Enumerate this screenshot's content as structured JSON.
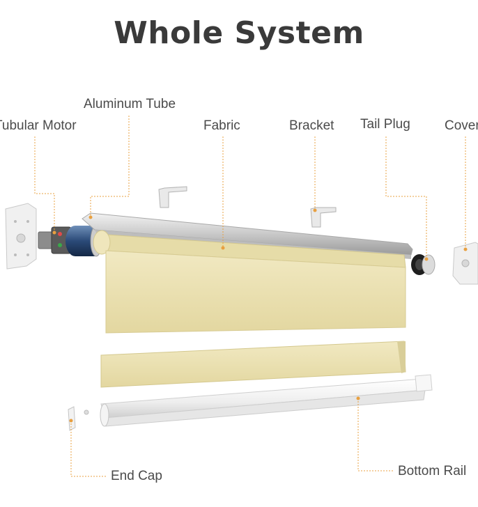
{
  "title": "Whole System",
  "labels": {
    "tubular_motor": "Tubular Motor",
    "aluminum_tube": "Aluminum Tube",
    "fabric": "Fabric",
    "bracket": "Bracket",
    "tail_plug": "Tail Plug",
    "cover": "Cover",
    "end_cap": "End Cap",
    "bottom_rail": "Bottom Rail"
  },
  "colors": {
    "leader_line": "#e8a040",
    "fabric": "#ece3b4",
    "aluminum": "#d4d4d4",
    "text": "#4a4a4a"
  }
}
